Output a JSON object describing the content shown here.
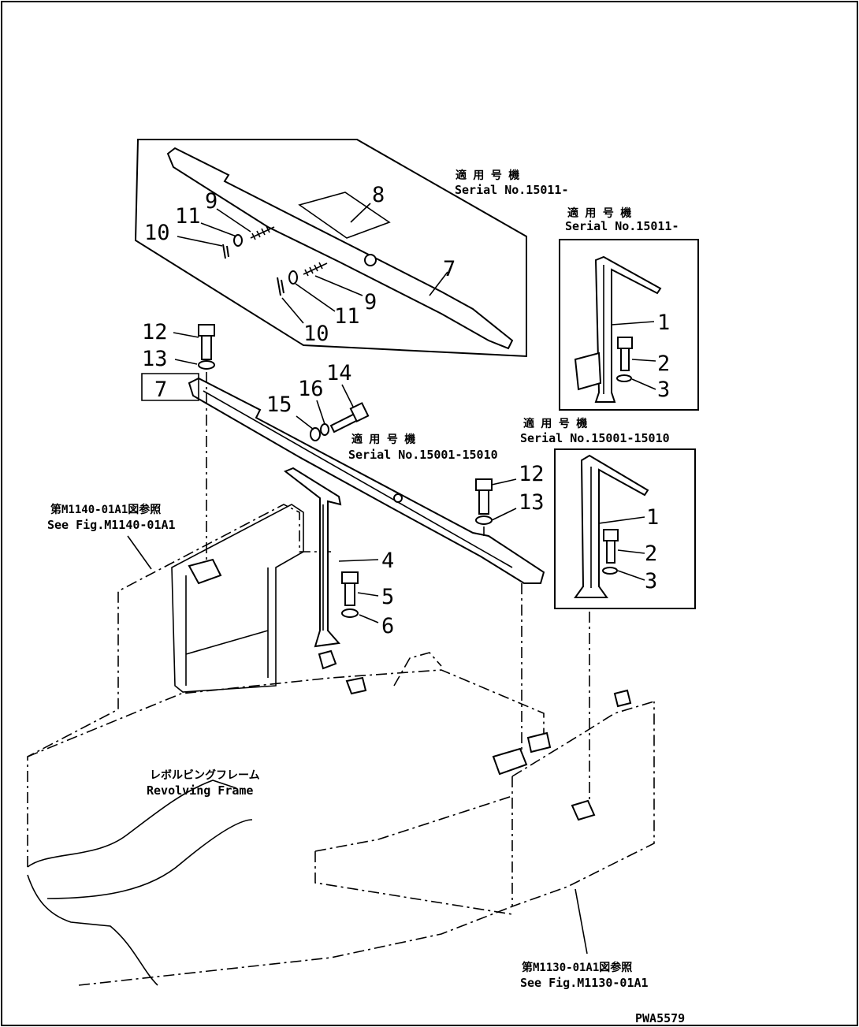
{
  "page": {
    "drawing_number": "PWA5579"
  },
  "insets": {
    "upper_bar": {
      "serial_jp": "適 用 号 機",
      "serial": "Serial No.15011-"
    },
    "upper_right": {
      "serial_jp": "適 用 号 機",
      "serial": "Serial No.15011-"
    },
    "lower_right": {
      "serial_jp": "適 用 号 機",
      "serial": "Serial No.15001-15010"
    }
  },
  "main": {
    "serial_jp": "適 用 号 機",
    "serial": "Serial No.15001-15010",
    "ref_left_jp": "第M1140-01A1図参照",
    "ref_left": "See Fig.M1140-01A1",
    "ref_bottom_jp": "第M1130-01A1図参照",
    "ref_bottom": "See Fig.M1130-01A1",
    "frame_jp": "レボルビングフレーム",
    "frame": "Revolving Frame"
  },
  "callouts": {
    "p1": "1",
    "p2": "2",
    "p3": "3",
    "p4": "4",
    "p5": "5",
    "p6": "6",
    "p7": "7",
    "p8": "8",
    "p9": "9",
    "p10": "10",
    "p11": "11",
    "p12": "12",
    "p13": "13",
    "p14": "14",
    "p15": "15",
    "p16": "16"
  }
}
